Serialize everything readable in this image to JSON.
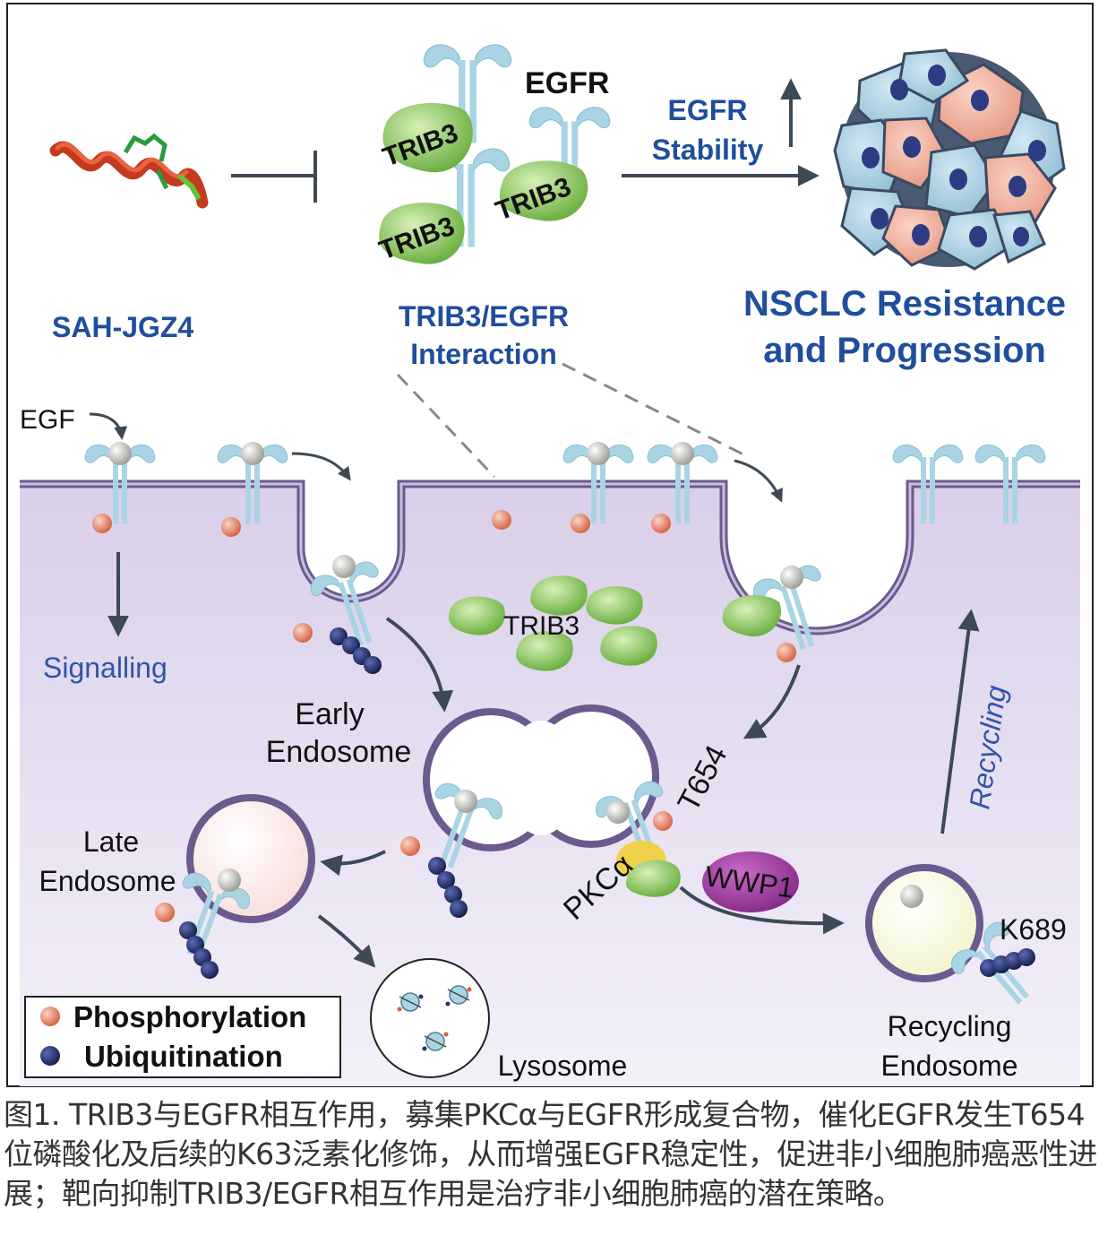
{
  "labels": {
    "sah_jgz4": "SAH-JGZ4",
    "egfr_top": "EGFR",
    "trib3_a": "TRIB3",
    "trib3_b": "TRIB3",
    "trib3_c": "TRIB3",
    "interaction_line1": "TRIB3/EGFR",
    "interaction_line2": "Interaction",
    "stability_line1": "EGFR",
    "stability_line2": "Stability",
    "nsclc_line1": "NSCLC Resistance",
    "nsclc_line2": "and Progression",
    "egf": "EGF",
    "signalling": "Signalling",
    "trib3_cytoplasm": "TRIB3",
    "early_endosome_line1": "Early",
    "early_endosome_line2": "Endosome",
    "late_endosome_line1": "Late",
    "late_endosome_line2": "Endosome",
    "t654": "T654",
    "pkca": "PKCα",
    "wwp1": "WWP1",
    "k689": "K689",
    "recycling": "Recycling",
    "recycling_endosome_line1": "Recycling",
    "recycling_endosome_line2": "Endosome",
    "lysosome": "Lysosome"
  },
  "legend": {
    "phosphorylation": "Phosphorylation",
    "ubiquitination": "Ubiquitination"
  },
  "caption": "图1. TRIB3与EGFR相互作用，募集PKCα与EGFR形成复合物，催化EGFR发生T654位磷酸化及后续的K63泛素化修饰，从而增强EGFR稳定性，促进非小细胞肺癌恶性进展；靶向抑制TRIB3/EGFR相互作用是治疗非小细胞肺癌的潜在策略。",
  "colors": {
    "title_blue": "#1f4e9c",
    "receptor": "#a9d4e4",
    "trib3_green": "#7dc242",
    "cytoplasm": "#e4dcee",
    "membrane": "#6b5a8e",
    "phospho": "#e07a5f",
    "ubiquitin": "#25326e",
    "wwp1": "#8e2a8f",
    "pkca": "#f1d14a"
  }
}
